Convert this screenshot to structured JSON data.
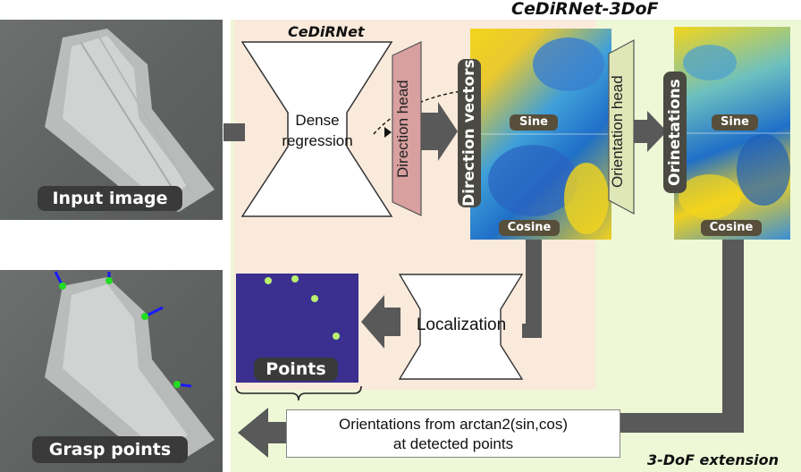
{
  "titles": {
    "cedirnet": "CeDiRNet",
    "cedirnet_3dof": "CeDiRNet-3DoF",
    "extension": "3-DoF extension"
  },
  "input_image": {
    "label": "Input image"
  },
  "grasp_image": {
    "label": "Grasp points"
  },
  "encoder": {
    "label_line1": "Dense",
    "label_line2": "regression"
  },
  "direction_head": {
    "label": "Direction head"
  },
  "direction_vectors": {
    "label": "Direction vectors",
    "sine_tag": "Sine",
    "cosine_tag": "Cosine"
  },
  "orientation_head": {
    "label": "Orientation head"
  },
  "orientations": {
    "label": "Orinetations",
    "sine_tag": "Sine",
    "cosine_tag": "Cosine"
  },
  "localization": {
    "label": "Localization"
  },
  "points": {
    "label": "Points"
  },
  "orientation_box": {
    "line1": "Orientations from arctan2(sin,cos)",
    "line2": "at detected points"
  },
  "colors": {
    "peach_bg": "#faeadb",
    "green_bg": "#eef7d6",
    "head_red": "#d9a0a0",
    "head_green": "#dfe7b8",
    "arrow_gray": "#595959",
    "heat_blue": "#1f6fc8",
    "heat_yellow": "#f2d21a",
    "points_bg": "#3b2f8f"
  }
}
